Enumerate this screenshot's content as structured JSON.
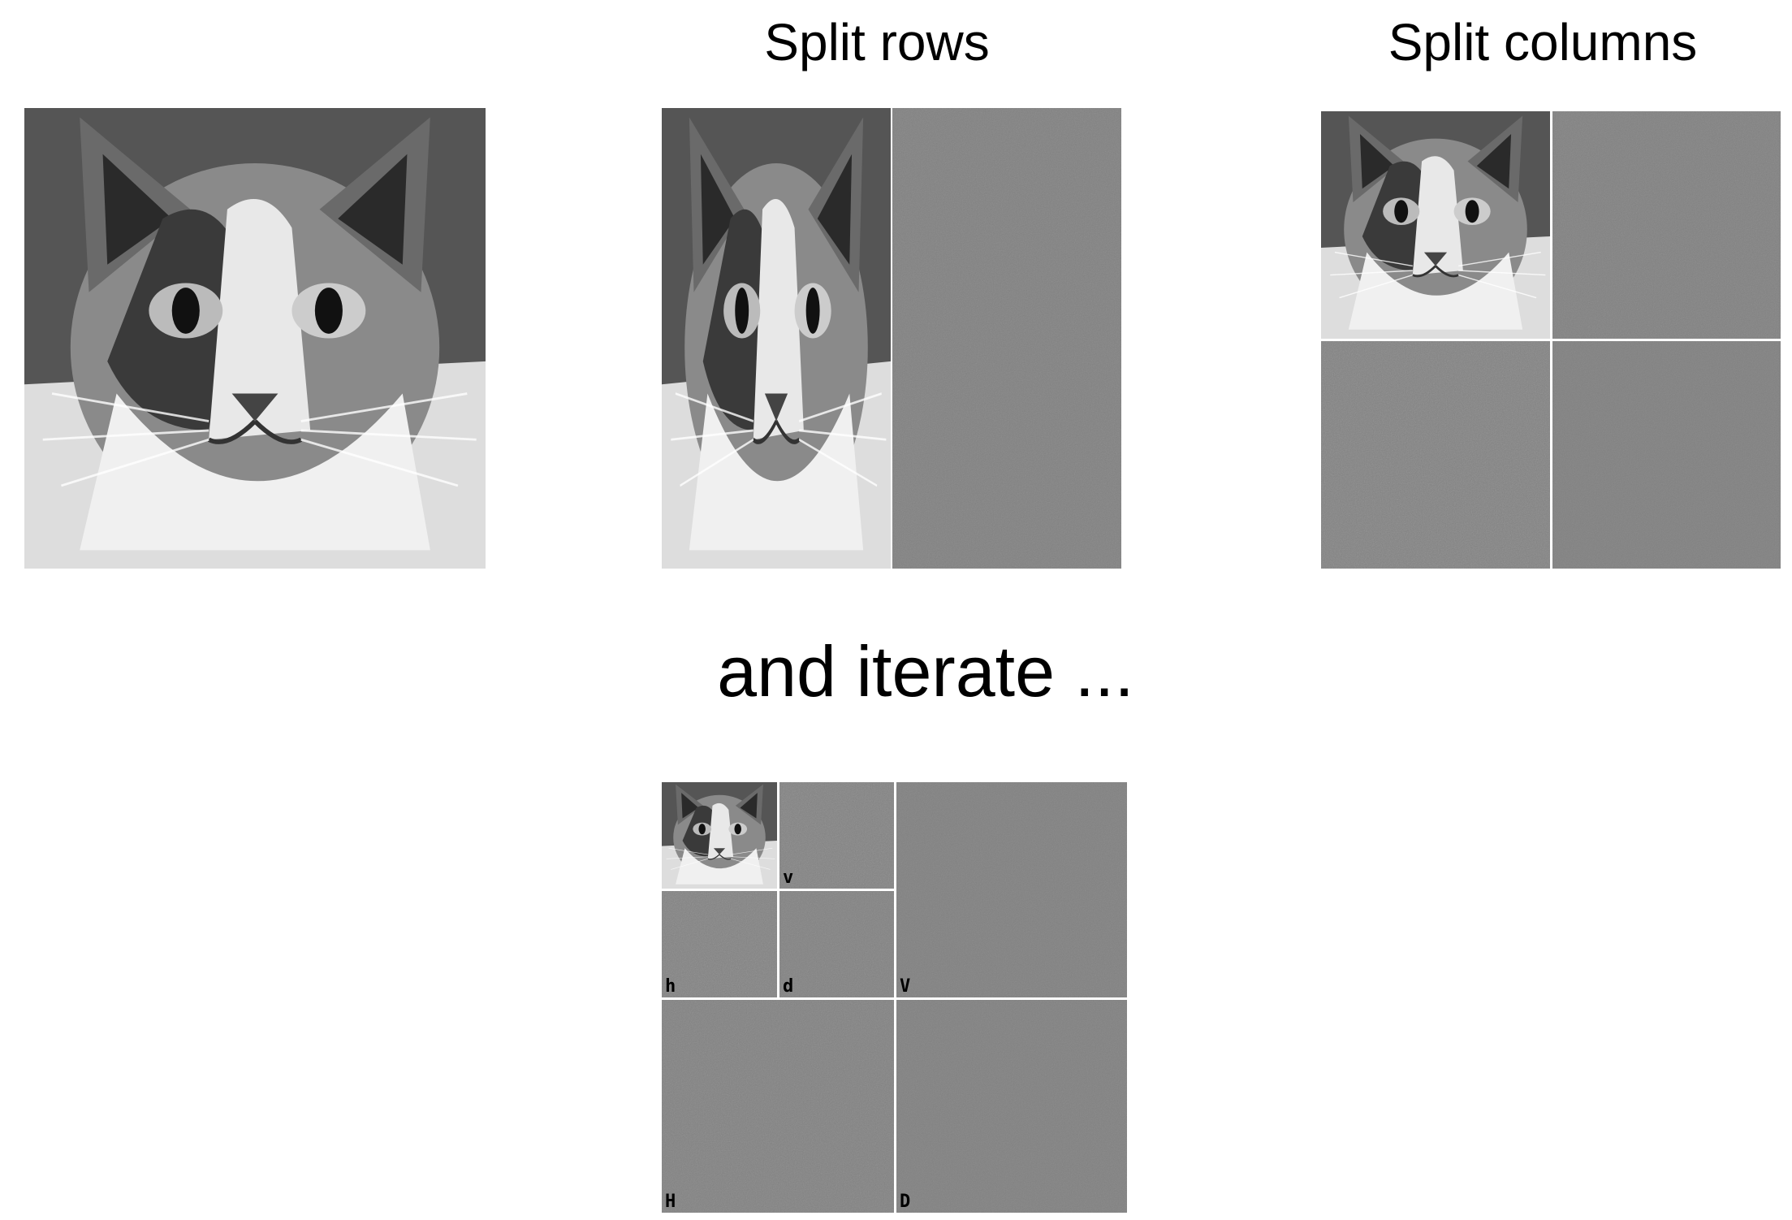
{
  "titles": {
    "split_rows": "Split rows",
    "split_columns": "Split columns",
    "iterate": "and iterate ..."
  },
  "images": {
    "original": "cat-photo",
    "rows": [
      "cat-low-pass-rows",
      "row-detail-noise"
    ],
    "columns": [
      "cat-approximation",
      "vertical-detail",
      "horizontal-detail",
      "diagonal-detail"
    ]
  },
  "labels": {
    "level2_v": "v",
    "level2_h": "h",
    "level2_d": "d",
    "level1_v": "V",
    "level1_h": "H",
    "level1_d": "D"
  },
  "colors": {
    "detail_gray": "#808080",
    "divider": "#ffffff"
  }
}
